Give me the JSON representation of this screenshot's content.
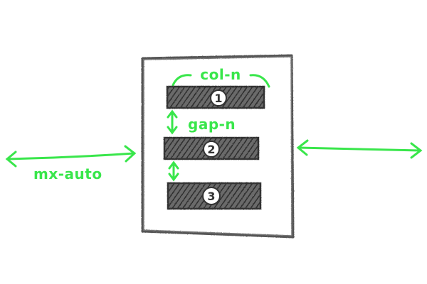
{
  "labels": {
    "col": "col-n",
    "gap": "gap-n",
    "margin": "mx-auto"
  },
  "rows": [
    {
      "number": "1"
    },
    {
      "number": "2"
    },
    {
      "number": "3"
    }
  ],
  "colors": {
    "sketch_green": "#39e64b",
    "pencil_gray": "#555555",
    "bar_fill": "#4a4a4a",
    "background": "#ffffff"
  }
}
